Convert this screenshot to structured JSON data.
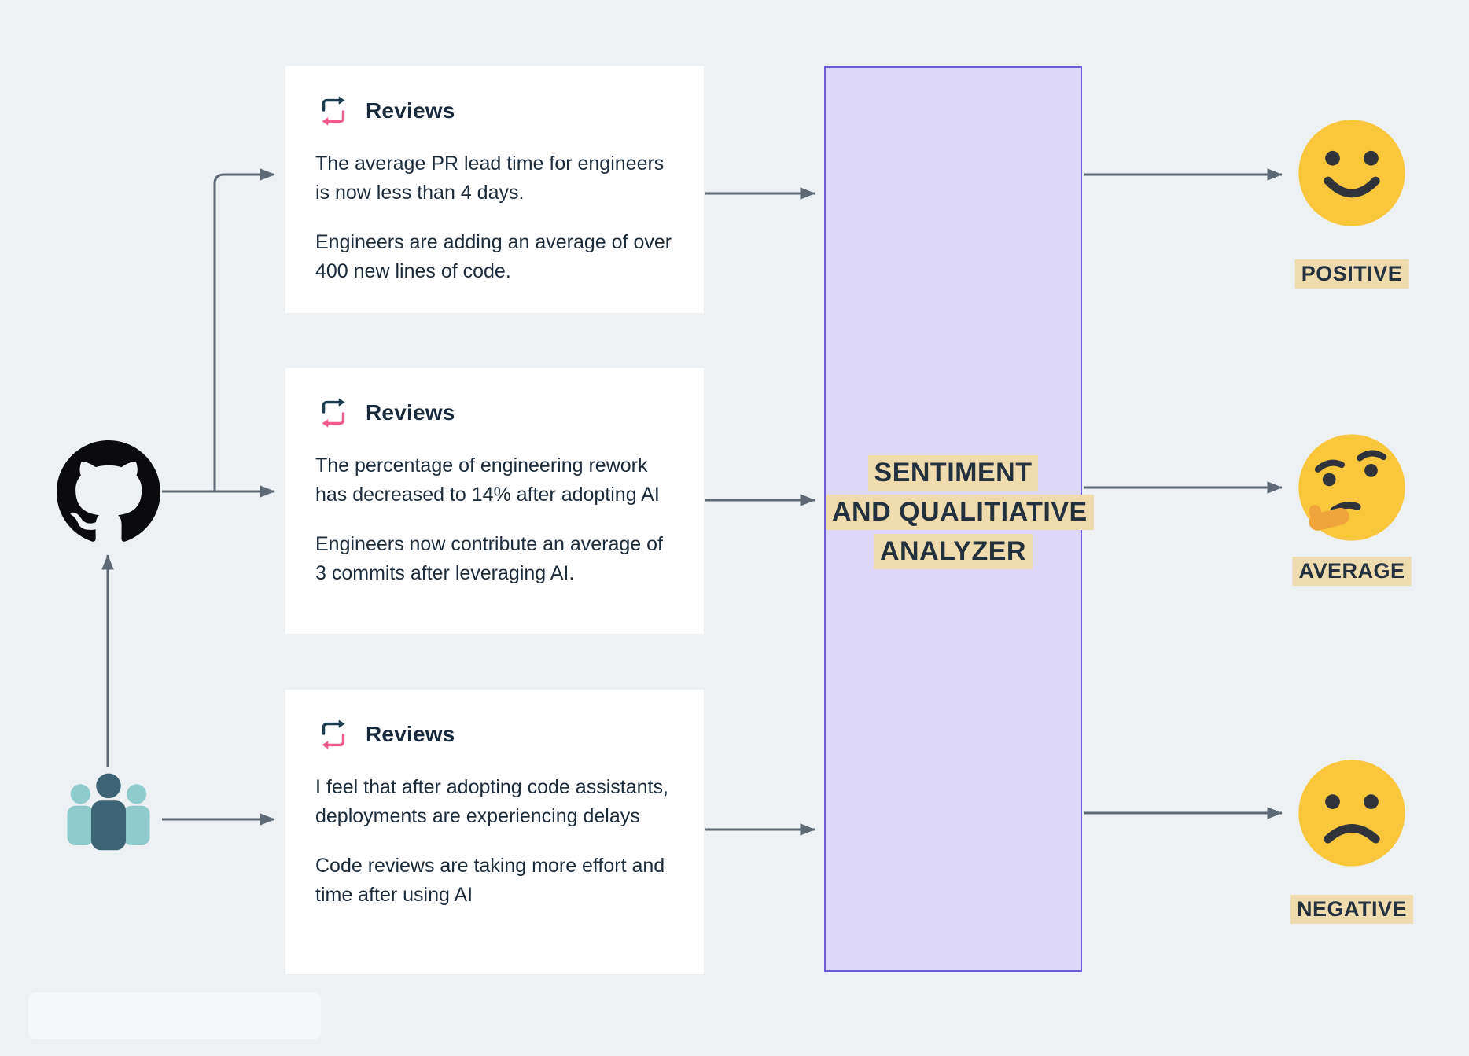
{
  "cards": [
    {
      "title": "Reviews",
      "paragraphs": [
        "The average PR lead time for engineers is now less than 4 days.",
        "Engineers are adding an average of over 400 new lines of code."
      ]
    },
    {
      "title": "Reviews",
      "paragraphs": [
        "The percentage of engineering rework has decreased to 14% after adopting AI",
        "Engineers now contribute an average of 3 commits after leveraging AI."
      ]
    },
    {
      "title": "Reviews",
      "paragraphs": [
        "I feel that after adopting code assistants, deployments are experiencing delays",
        "Code reviews are taking more effort and time after using AI"
      ]
    }
  ],
  "analyzer": {
    "lines": [
      "SENTIMENT",
      "AND QUALITIATIVE",
      "ANALYZER"
    ]
  },
  "outputs": [
    {
      "label": "POSITIVE",
      "icon": "smiley-face-icon"
    },
    {
      "label": "AVERAGE",
      "icon": "thinking-face-icon"
    },
    {
      "label": "NEGATIVE",
      "icon": "frowning-face-icon"
    }
  ],
  "icons": {
    "source_repo": "github-icon",
    "source_team": "team-icon",
    "card_header": "sync-reviews-icon"
  },
  "colors": {
    "background": "#eef1f4",
    "card_bg": "#ffffff",
    "analyzer_bg": "#ddd7f8",
    "analyzer_border": "#6e5cd6",
    "highlight": "#efdcae",
    "text": "#1c2b3a",
    "arrow": "#5d6974",
    "emoji_yellow": "#f9c63c",
    "sync_dark": "#1d3d4f",
    "sync_pink": "#ee5c8d",
    "team_light": "#8fcbcb",
    "team_dark": "#3c6474"
  }
}
